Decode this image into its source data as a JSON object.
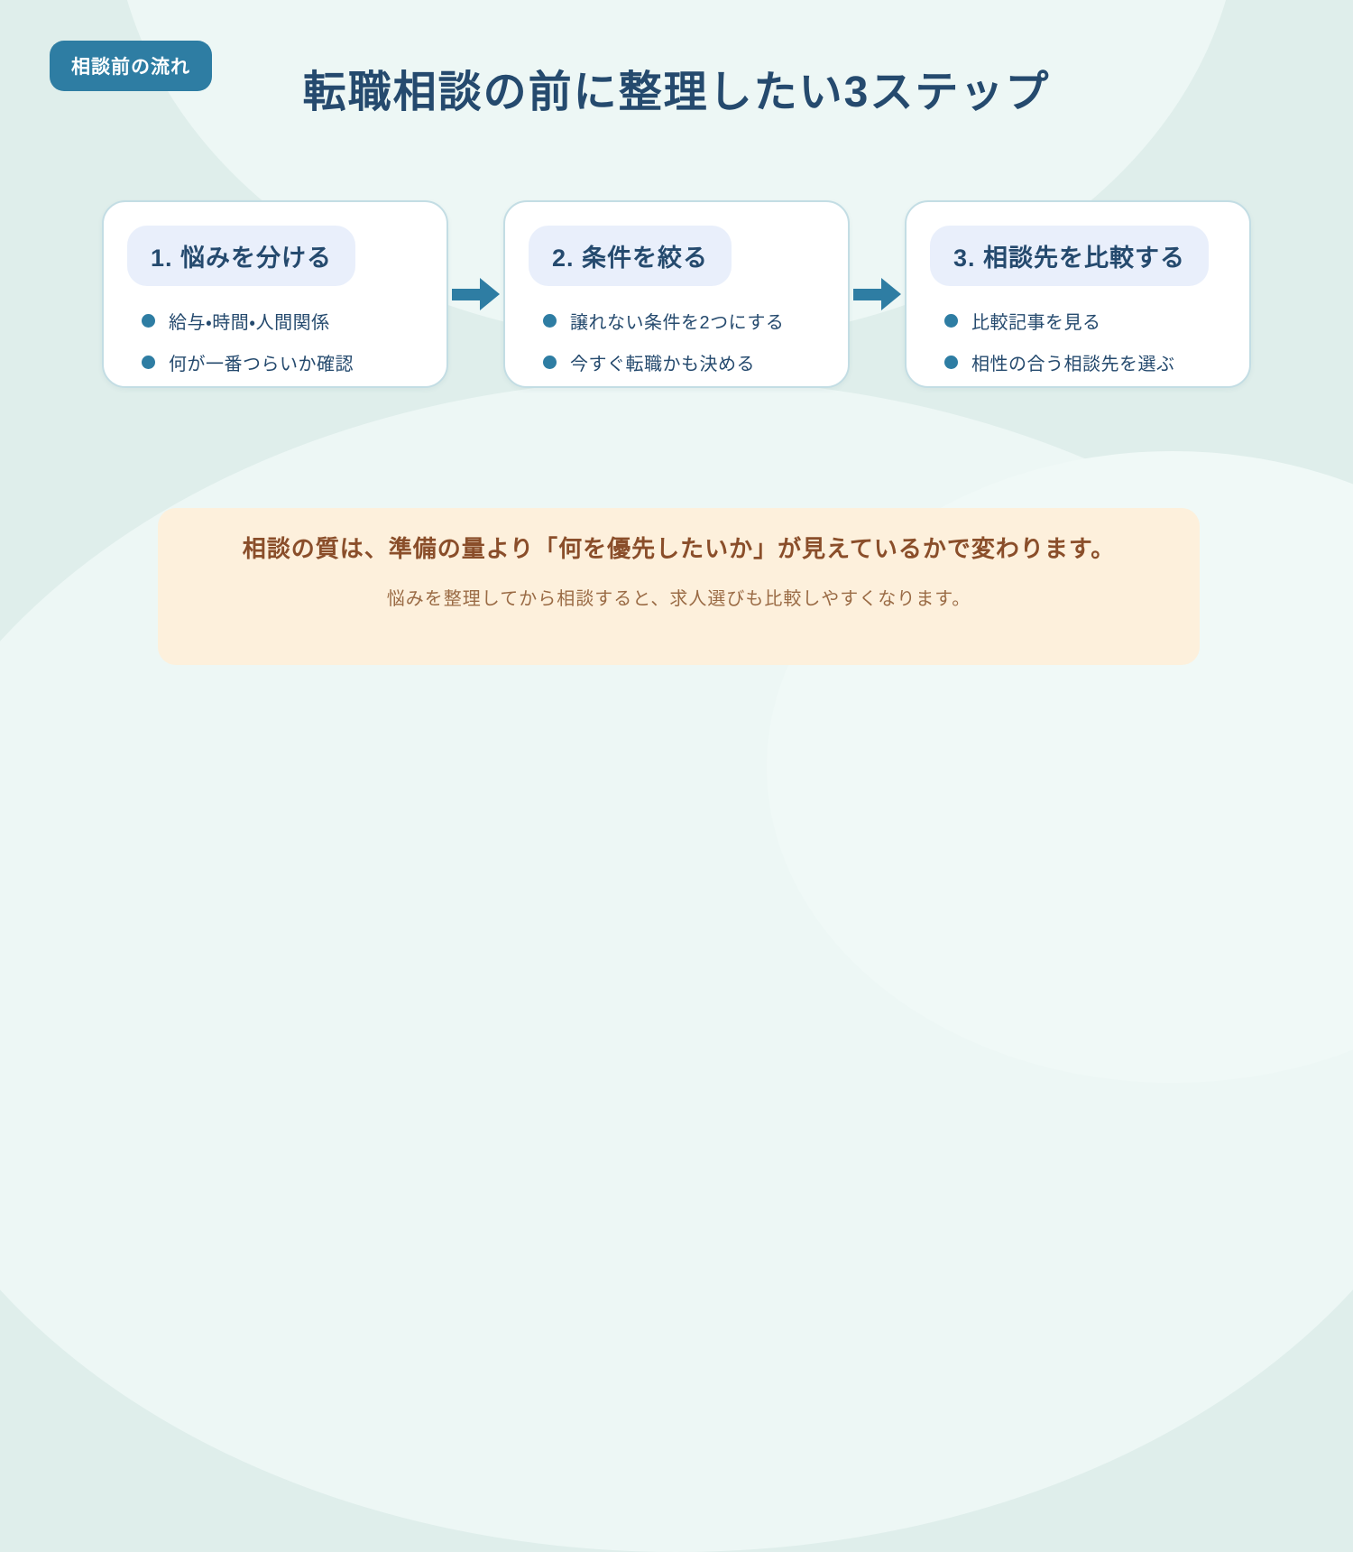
{
  "theme": {
    "accent_teal": "#2e7da3",
    "navy": "#254a6e",
    "card_bg": "#ffffff",
    "card_border": "#c3dde4",
    "pill_bg": "#e9effb",
    "note_bg": "#fdf0dc",
    "note_heading_color": "#8a4e2a",
    "note_sub_color": "#9a6b45",
    "bg_base": "#dfeeeb",
    "bg_light": "#edf7f5",
    "badge_text": "#ffffff"
  },
  "header": {
    "badge_label": "相談前の流れ",
    "title": "転職相談の前に整理したい3ステップ"
  },
  "steps": [
    {
      "title": "1. 悩みを分ける",
      "bullets": [
        "給与・時間・人間関係",
        "何が一番つらいか確認"
      ]
    },
    {
      "title": "2. 条件を絞る",
      "bullets": [
        "譲れない条件を2つにする",
        "今すぐ転職かも決める"
      ]
    },
    {
      "title": "3. 相談先を比較する",
      "bullets": [
        "比較記事を見る",
        "相性の合う相談先を選ぶ"
      ]
    }
  ],
  "note": {
    "heading": "相談の質は、準備の量より「何を優先したいか」が見えているかで変わります。",
    "subtext": "悩みを整理してから相談すると、求人選びも比較しやすくなります。"
  }
}
